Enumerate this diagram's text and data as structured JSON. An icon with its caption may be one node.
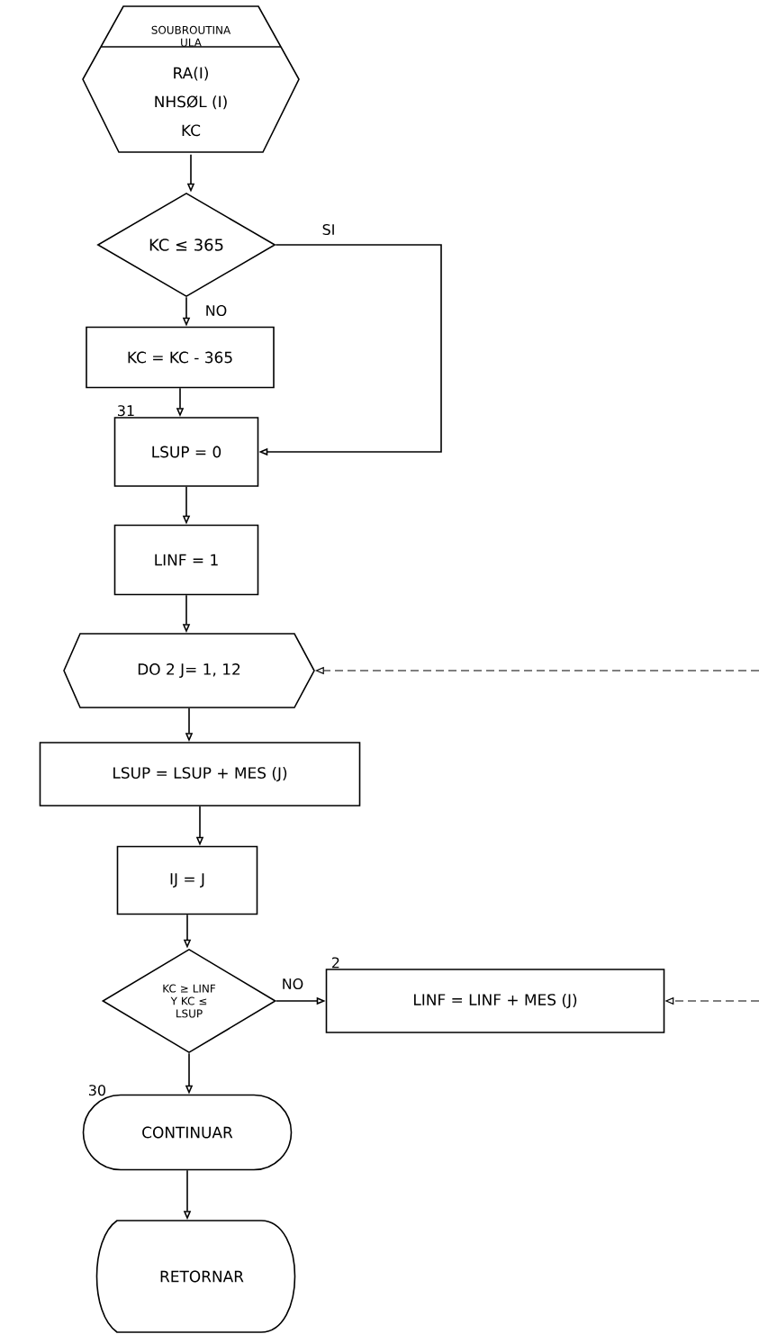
{
  "diagram": {
    "nodes": [
      {
        "text": [
          "SOUBROUTINA ULA",
          "RA(I)",
          "NHSØL (I)",
          "KC"
        ]
      },
      {
        "text": [
          "KC ≤ 365"
        ]
      },
      {
        "text": [
          "KC = KC - 365"
        ]
      },
      {
        "text": [
          "LSUP = 0"
        ],
        "beside": [
          "31"
        ]
      },
      {
        "text": [
          "LINF = 1"
        ]
      },
      {
        "text": [
          "DO 2 J= 1, 12"
        ]
      },
      {
        "text": [
          "LSUP = LSUP + MES (J)"
        ]
      },
      {
        "text": [
          "IJ = J"
        ]
      },
      {
        "text": [
          "KC ≥ LINF Y KC ≤ LSUP"
        ]
      },
      {
        "text": [
          "LINF = LINF + MES (J)"
        ],
        "beside": [
          "2"
        ]
      },
      {
        "text": [
          "CONTINUAR"
        ],
        "beside": [
          "30"
        ]
      },
      {
        "text": [
          "RETORNAR"
        ]
      }
    ],
    "edges": [
      {
        "from": 0,
        "to": 1,
        "arrow": "to"
      },
      {
        "from": 1,
        "to": 2,
        "arrow": "to",
        "label": "NO"
      },
      {
        "from": 1,
        "to": 3,
        "arrow": "to",
        "label": "SI"
      },
      {
        "from": 2,
        "to": 3,
        "arrow": "to"
      },
      {
        "from": 3,
        "to": 4,
        "arrow": "to"
      },
      {
        "from": 4,
        "to": 5,
        "arrow": "to"
      },
      {
        "from": 5,
        "to": 6,
        "arrow": "to"
      },
      {
        "from": 6,
        "to": 7,
        "arrow": "to"
      },
      {
        "from": 7,
        "to": 8,
        "arrow": "to"
      },
      {
        "from": 8,
        "to": 9,
        "arrow": "to",
        "label": "NO"
      },
      {
        "from": 8,
        "to": 10,
        "arrow": "to"
      },
      {
        "from": 10,
        "to": 11,
        "arrow": "to"
      },
      {
        "from": null,
        "to": 5,
        "arrow": "to",
        "style": "dashed"
      },
      {
        "from": null,
        "to": 9,
        "arrow": "to",
        "style": "dashed"
      }
    ]
  }
}
